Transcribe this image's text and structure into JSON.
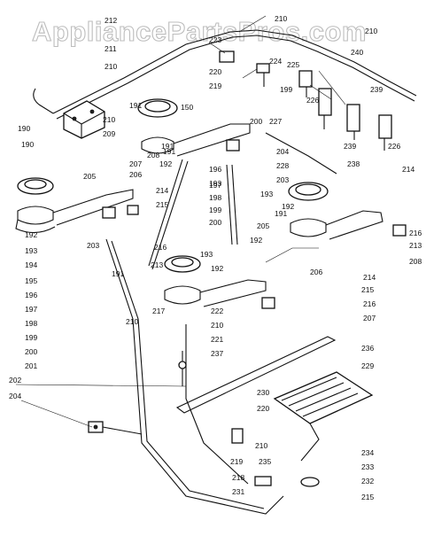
{
  "watermark": "AppliancePartsPros.com",
  "labels": [
    "212",
    "211",
    "210",
    "210",
    "223",
    "224",
    "225",
    "220",
    "219",
    "199",
    "226",
    "191",
    "190",
    "150",
    "227",
    "200",
    "240",
    "210",
    "239",
    "239",
    "209",
    "210",
    "238",
    "226",
    "214",
    "190",
    "191",
    "208",
    "207",
    "206",
    "205",
    "214",
    "215",
    "204",
    "228",
    "196",
    "203",
    "197",
    "198",
    "199",
    "200",
    "192",
    "191",
    "193",
    "216",
    "192",
    "193",
    "194",
    "195",
    "196",
    "197",
    "198",
    "199",
    "200",
    "201",
    "202",
    "204",
    "203",
    "191",
    "193",
    "213",
    "192",
    "217",
    "210",
    "222",
    "210",
    "221",
    "237",
    "236",
    "229",
    "230",
    "220",
    "219",
    "218",
    "231",
    "210",
    "235",
    "234",
    "233",
    "232",
    "215",
    "216",
    "213",
    "208",
    "206",
    "214",
    "215",
    "216",
    "207",
    "205",
    "192",
    "193",
    "192",
    "191"
  ]
}
